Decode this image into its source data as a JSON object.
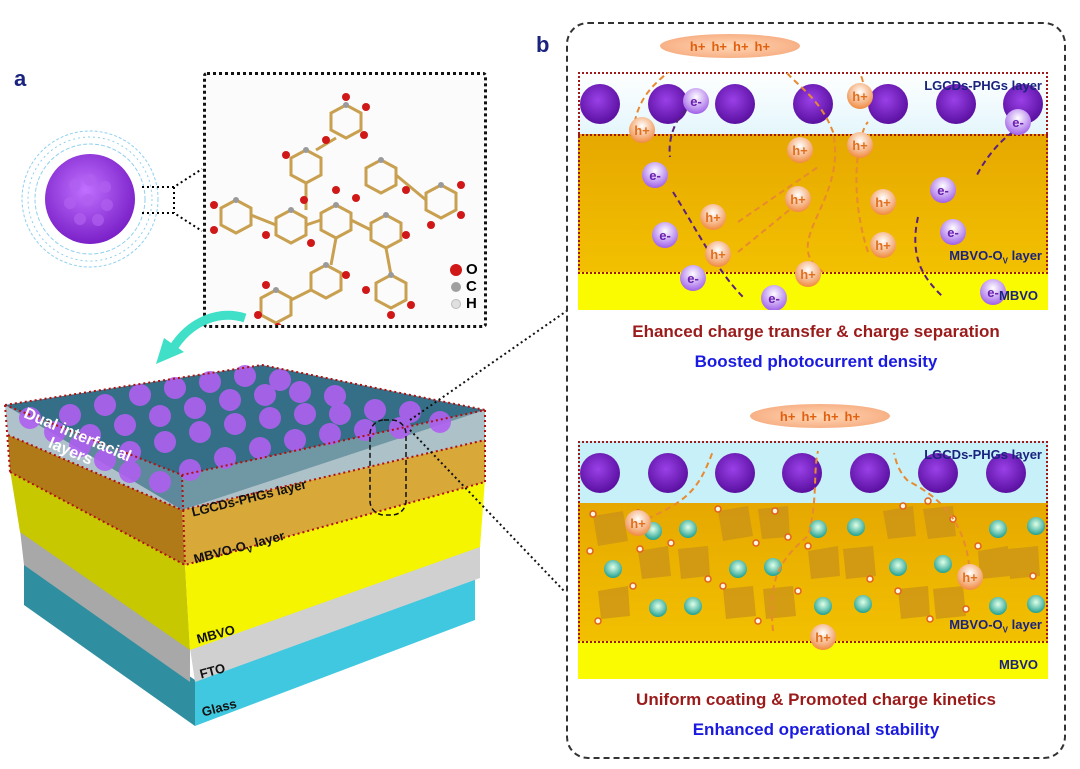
{
  "panel_a": {
    "label": "a",
    "legend": [
      {
        "symbol": "O",
        "color": "#d01818"
      },
      {
        "symbol": "C",
        "color": "#a0a0a0"
      },
      {
        "symbol": "H",
        "color": "#e0e0e0"
      }
    ],
    "stack_labels": {
      "dual_line1": "Dual interfacial",
      "dual_line2": "layers",
      "lgcds": "LGCDs-PHGs layer",
      "mbvo_ov_prefix": "MBVO-O",
      "mbvo_ov_sub": "V",
      "mbvo_ov_suffix": " layer",
      "mbvo": "MBVO",
      "fto": "FTO",
      "glass": "Glass"
    },
    "colors": {
      "top_layer": "#1f5f7a",
      "interfacial": "#d4a020",
      "mbvo": "#f5f500",
      "fto": "#c8c8c8",
      "glass": "#40c8e0",
      "carbon_dot": "#a040e0"
    }
  },
  "panel_b": {
    "label": "b",
    "top": {
      "hole_bubble": [
        "h+",
        "h+",
        "h+",
        "h+"
      ],
      "layer_lgcds": "LGCDs-PHGs layer",
      "layer_ov_prefix": "MBVO-O",
      "layer_ov_sub": "V",
      "layer_ov_suffix": " layer",
      "layer_mbvo": "MBVO",
      "caption_red": "Ehanced charge transfer & charge separation",
      "caption_blue": "Boosted photocurrent density",
      "electron_label": "e-",
      "hole_label": "h+"
    },
    "bottom": {
      "hole_bubble": [
        "h+",
        "h+",
        "h+",
        "h+"
      ],
      "layer_lgcds": "LGCDs-PHGs layer",
      "layer_ov_prefix": "MBVO-O",
      "layer_ov_sub": "V",
      "layer_ov_suffix": " layer",
      "layer_mbvo": "MBVO",
      "caption_red": "Uniform coating & Promoted charge kinetics",
      "caption_blue": "Enhanced operational stability",
      "hole_label": "h+"
    }
  }
}
